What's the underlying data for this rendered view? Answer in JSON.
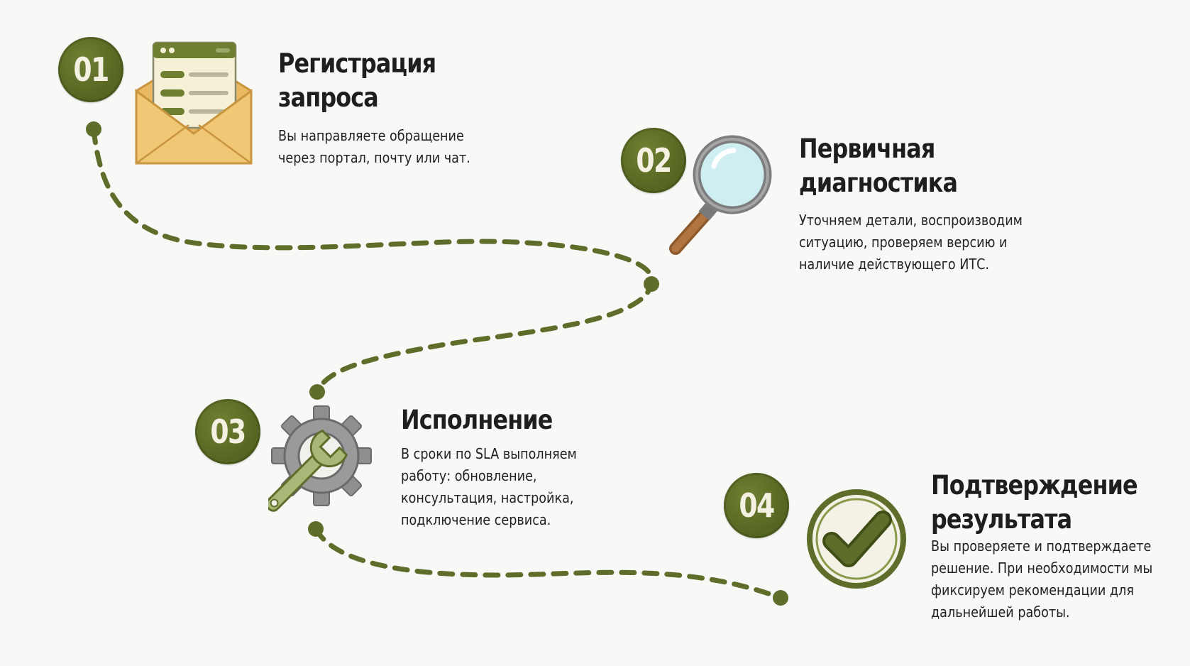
{
  "steps": [
    {
      "number": "01",
      "icon": "envelope-icon",
      "title_lines": [
        "Регистрация",
        "запроса"
      ],
      "desc_lines": [
        "Вы направляете обращение",
        "через портал, почту или чат."
      ]
    },
    {
      "number": "02",
      "icon": "magnifier-icon",
      "title_lines": [
        "Первичная",
        "диагностика"
      ],
      "desc_lines": [
        "Уточняем детали, воспроизводим",
        "ситуацию, проверяем версию и",
        "наличие действующего ИТС."
      ]
    },
    {
      "number": "03",
      "icon": "gear-wrench-icon",
      "title_lines": [
        "Исполнение"
      ],
      "desc_lines": [
        "В сроки по SLA выполняем",
        "работу: обновление,",
        "консультация, настройка,",
        "подключение сервиса."
      ]
    },
    {
      "number": "04",
      "icon": "checkmark-circle-icon",
      "title_lines": [
        "Подтверждение",
        "результата"
      ],
      "desc_lines": [
        "Вы проверяете и подтверждаете",
        "решение. При необходимости мы",
        "фиксируем рекомендации для",
        "дальнейшей работы."
      ]
    }
  ],
  "colors": {
    "accent_green": "#5a6a24",
    "path_green": "#5e6d2a",
    "envelope": "#ecc57a",
    "background": "#f8f8f6"
  }
}
